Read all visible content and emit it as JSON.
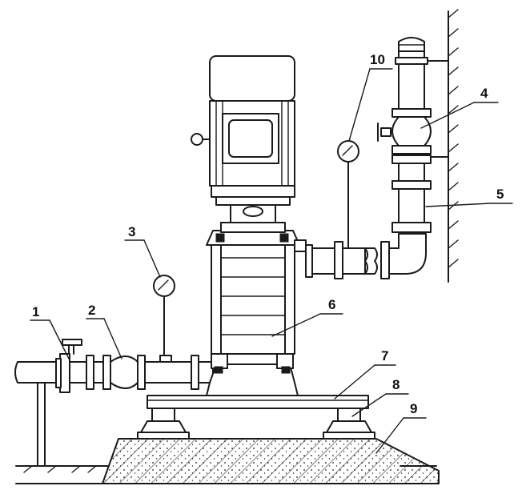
{
  "figure": {
    "background": "#ffffff",
    "ink": "#1a1a1a"
  },
  "labels": [
    {
      "id": "1",
      "text": "1"
    },
    {
      "id": "2",
      "text": "2"
    },
    {
      "id": "3",
      "text": "3"
    },
    {
      "id": "4",
      "text": "4"
    },
    {
      "id": "5",
      "text": "5"
    },
    {
      "id": "6",
      "text": "6"
    },
    {
      "id": "7",
      "text": "7"
    },
    {
      "id": "8",
      "text": "8"
    },
    {
      "id": "9",
      "text": "9"
    },
    {
      "id": "10",
      "text": "10"
    }
  ]
}
